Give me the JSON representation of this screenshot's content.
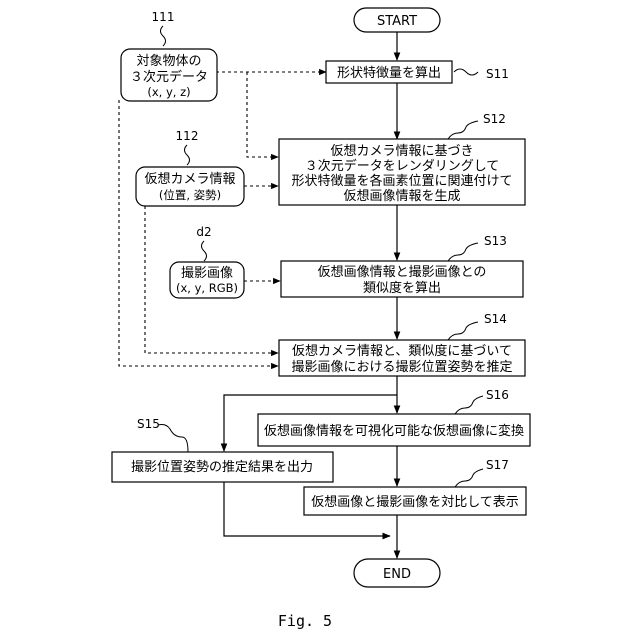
{
  "figure": {
    "caption": "Fig. 5",
    "start": "START",
    "end": "END"
  },
  "inputs": {
    "obj_data": {
      "ref": "111",
      "line1": "対象物体の",
      "line2": "３次元データ",
      "line3": "(x, y, z)"
    },
    "camera": {
      "ref": "112",
      "line1": "仮想カメラ情報",
      "line2": "(位置, 姿勢)"
    },
    "photo": {
      "ref": "d2",
      "line1": "撮影画像",
      "line2": "(x, y, RGB)"
    }
  },
  "steps": {
    "s11": {
      "id": "S11",
      "text": "形状特徴量を算出"
    },
    "s12": {
      "id": "S12",
      "line1": "仮想カメラ情報に基づき",
      "line2": "３次元データをレンダリングして",
      "line3": "形状特徴量を各画素位置に関連付けて",
      "line4": "仮想画像情報を生成"
    },
    "s13": {
      "id": "S13",
      "line1": "仮想画像情報と撮影画像との",
      "line2": "類似度を算出"
    },
    "s14": {
      "id": "S14",
      "line1": "仮想カメラ情報と、類似度に基づいて",
      "line2": "撮影画像における撮影位置姿勢を推定"
    },
    "s15": {
      "id": "S15",
      "text": "撮影位置姿勢の推定結果を出力"
    },
    "s16": {
      "id": "S16",
      "text": "仮想画像情報を可視化可能な仮想画像に変換"
    },
    "s17": {
      "id": "S17",
      "text": "仮想画像と撮影画像を対比して表示"
    }
  }
}
